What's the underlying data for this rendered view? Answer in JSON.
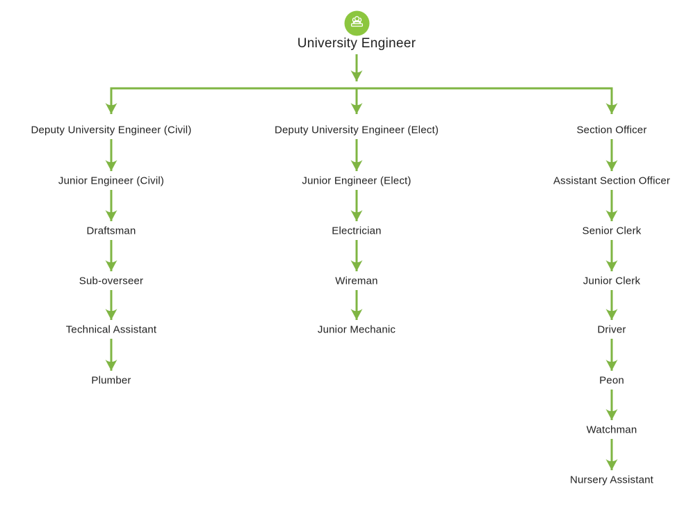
{
  "root": {
    "label": "University Engineer",
    "icon": "engineer-at-desk-icon"
  },
  "columns": [
    {
      "nodes": [
        "Deputy University Engineer (Civil)",
        "Junior Engineer (Civil)",
        "Draftsman",
        "Sub-overseer",
        "Technical Assistant",
        "Plumber"
      ]
    },
    {
      "nodes": [
        "Deputy University Engineer (Elect)",
        "Junior Engineer (Elect)",
        "Electrician",
        "Wireman",
        "Junior Mechanic"
      ]
    },
    {
      "nodes": [
        "Section Officer",
        "Assistant Section Officer",
        "Senior Clerk",
        "Junior Clerk",
        "Driver",
        "Peon",
        "Watchman",
        "Nursery Assistant"
      ]
    }
  ],
  "colors": {
    "connector_green": "#7fb543",
    "icon_circle_green": "#8cc63f",
    "text": "#1f1f1f"
  }
}
